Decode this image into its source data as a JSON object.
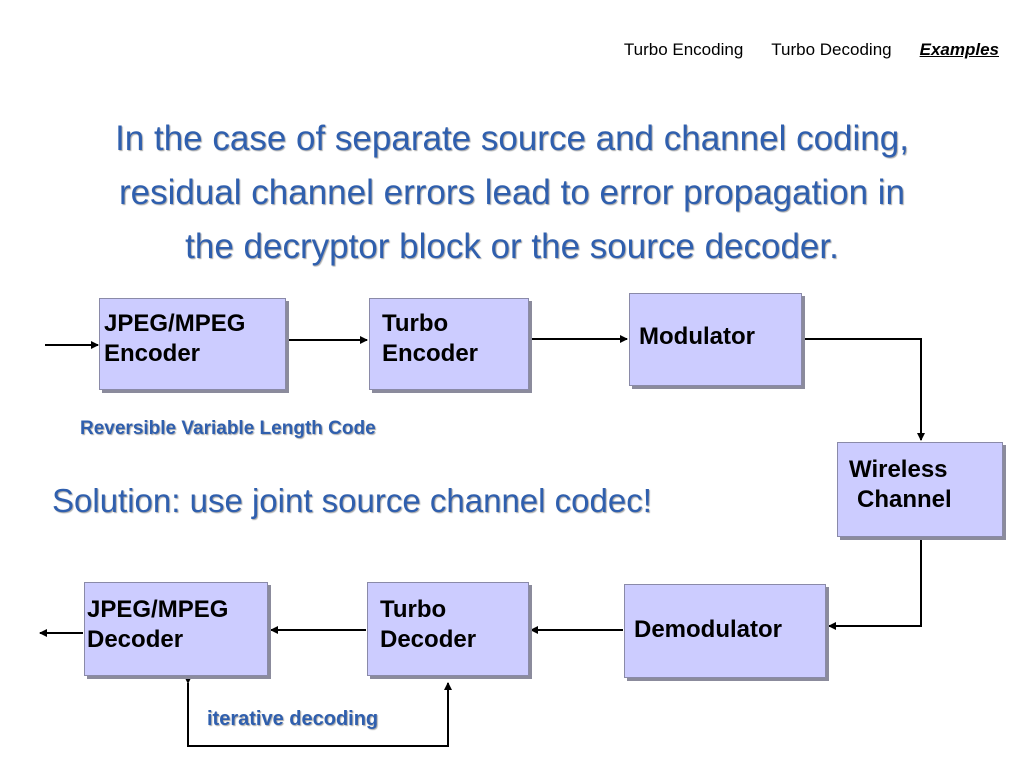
{
  "nav": {
    "items": [
      "Turbo Encoding",
      "Turbo Decoding",
      "Examples"
    ],
    "active": "Examples"
  },
  "headline": [
    "In the case of separate source and channel coding,",
    "residual channel errors lead to error propagation in",
    "the decryptor block or the source decoder."
  ],
  "solution": "Solution: use joint source channel codec!",
  "annotations": {
    "rvlc": "Reversible Variable Length Code",
    "iterative": "iterative decoding"
  },
  "blocks": {
    "jpeg_encoder": [
      "JPEG/MPEG",
      "Encoder"
    ],
    "turbo_encoder": [
      "Turbo",
      "Encoder"
    ],
    "modulator": [
      "Modulator"
    ],
    "wireless_channel": [
      "Wireless",
      "Channel"
    ],
    "demodulator": [
      "Demodulator"
    ],
    "turbo_decoder": [
      "Turbo",
      "Decoder"
    ],
    "jpeg_decoder": [
      "JPEG/MPEG",
      "Decoder"
    ]
  },
  "colors": {
    "accent": "#2f5fae",
    "box_fill": "#ccccff",
    "box_shadow": "#8b8b9c"
  }
}
